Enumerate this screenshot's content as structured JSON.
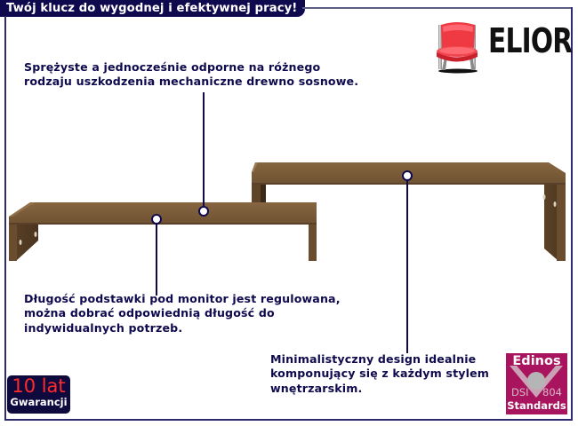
{
  "header": {
    "title": "Twój klucz do wygodnej i efektywnej pracy!"
  },
  "brand": {
    "name": "ELIOR",
    "logo_icon": "red-chair-icon",
    "accent_color": "#0f0a4e"
  },
  "callouts": [
    {
      "id": "wood",
      "lines": [
        "Sprężyste a jednocześnie odporne na różnego",
        "rodzaju uszkodzenia mechaniczne drewno sosnowe."
      ]
    },
    {
      "id": "length",
      "lines": [
        "Długość podstawki pod monitor jest regulowana,",
        "można dobrać odpowiednią długość do",
        "indywidualnych potrzeb."
      ]
    },
    {
      "id": "design",
      "lines": [
        "Minimalistyczny design idealnie",
        "komponujący się z każdym stylem",
        "wnętrzarskim."
      ]
    }
  ],
  "product": {
    "image": "wooden-monitor-stand-image",
    "wood_color": "#7a5a36"
  },
  "badges": {
    "warranty": {
      "years": "10 lat",
      "label": "Gwarancji"
    },
    "certificate": {
      "title": "Edinos",
      "left_mark": "DSI",
      "right_mark": "804",
      "footer": "Standards",
      "color": "#a8145e"
    }
  }
}
